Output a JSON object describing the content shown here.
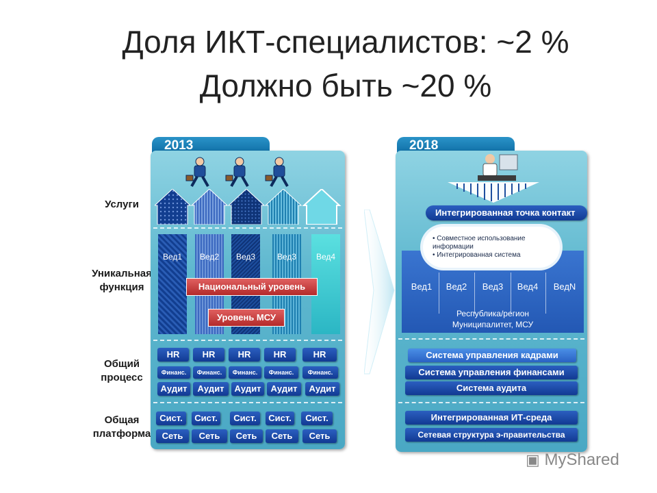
{
  "title": {
    "line1": "Доля ИКТ-специалистов: ~2 %",
    "line2": "Должно быть ~20 %"
  },
  "row_labels": {
    "services": "Услуги",
    "unique_line1": "Уникальная",
    "unique_line2": "функция",
    "process_line1": "Общий",
    "process_line2": "процесс",
    "platform_line1": "Общая",
    "platform_line2": "платформа"
  },
  "left": {
    "year": "2013",
    "columns": [
      "Вед1",
      "Вед2",
      "Вед3",
      "Вед3",
      "Вед4"
    ],
    "national": "Национальный уровень",
    "municipal": "Уровень МСУ",
    "hr": "HR",
    "finance": "Финанс.",
    "audit": "Аудит",
    "system": "Сист.",
    "network": "Сеть"
  },
  "right": {
    "year": "2018",
    "contact": "Интегрированная точка контакт",
    "cloud": [
      "• Совместное использование",
      "информации",
      "• Интегрированная система"
    ],
    "columns": [
      "Вед1",
      "Вед2",
      "Вед3",
      "Вед4",
      "ВедN"
    ],
    "region_line1": "Республика/регион",
    "region_line2": "Муниципалитет, МСУ",
    "hr_system": "Система управления кадрами",
    "finance_system": "Система управления финансами",
    "audit_system": "Система аудита",
    "it_env": "Интегрированная ИТ-среда",
    "network": "Сетевая структура э-правительства"
  },
  "watermark": "MyShared",
  "colors": {
    "panel": "#5fb8cf",
    "button": "#1e4aa8",
    "red": "#c23a3a",
    "tab": "#1a7fb8"
  }
}
